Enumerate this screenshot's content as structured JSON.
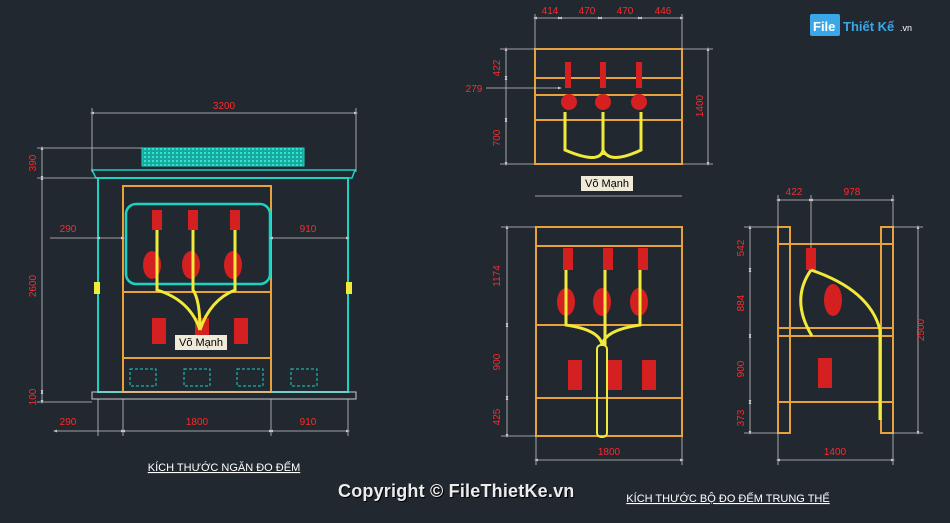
{
  "watermark": {
    "logo_file": "File",
    "logo_rest": "Thiết Kế",
    "logo_tld": ".vn",
    "copyright": "Copyright © FileThietKe.vn"
  },
  "labels": {
    "vo_manh": "Võ Mạnh",
    "caption_left": "KÍCH THƯỚC NGĂN ĐO ĐẾM",
    "caption_right": "KÍCH THƯỚC BỘ ĐO ĐẾM TRUNG THẾ"
  },
  "dims_left": {
    "total_width": "3200",
    "roof_height": "390",
    "body_height": "2600",
    "base_height": "100",
    "side_left": "290",
    "side_right": "910",
    "bottom_left": "290",
    "bottom_mid": "1800",
    "bottom_right": "910"
  },
  "dims_top": {
    "w1": "414",
    "w2": "470",
    "w3": "470",
    "w4": "446",
    "h1": "422",
    "h2": "279",
    "h3": "700",
    "h_total": "1400"
  },
  "dims_front": {
    "h1": "1174",
    "h2": "900",
    "h3": "425",
    "width": "1800"
  },
  "dims_side": {
    "w1": "422",
    "w2": "978",
    "h1": "542",
    "h2": "884",
    "h3": "900",
    "h4": "373",
    "h_total": "2500",
    "width": "1400"
  },
  "colors": {
    "background": "#212830",
    "dimension": "#ff2a2a",
    "frame": "#e8a23c",
    "enclosure": "#19d3c5",
    "cable": "#f2ea3a",
    "insulator": "#d42020"
  }
}
